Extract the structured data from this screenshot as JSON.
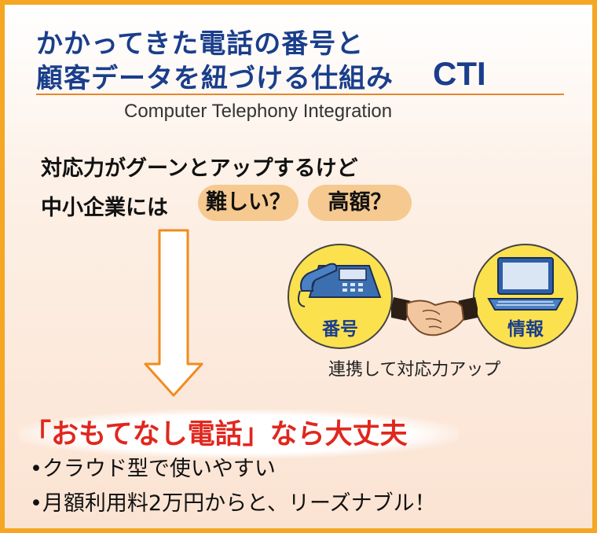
{
  "title": {
    "line1": "かかってきた電話の番号と",
    "line2": "顧客データを紐づける仕組み",
    "acronym": "CTI"
  },
  "subtitle": "Computer Telephony Integration",
  "intro": {
    "line1": "対応力がグーンとアップするけど",
    "line2_prefix": "中小企業には",
    "pill1": "難しい？",
    "pill2": "高額？"
  },
  "diagram": {
    "left_label": "番号",
    "right_label": "情報",
    "caption": "連携して対応力アップ",
    "left_icon": "telephone-icon",
    "right_icon": "laptop-icon",
    "center_icon": "handshake-icon"
  },
  "headline": "「おもてなし電話」なら大丈夫",
  "bullets": [
    "•クラウド型で使いやすい",
    "•月額利用料2万円からと、リーズナブル！"
  ],
  "colors": {
    "title_blue": "#1a3e8c",
    "frame_orange": "#f5a623",
    "pill_tan": "#f5c98f",
    "circle_yellow": "#fbe14e",
    "headline_red": "#e0271e"
  }
}
